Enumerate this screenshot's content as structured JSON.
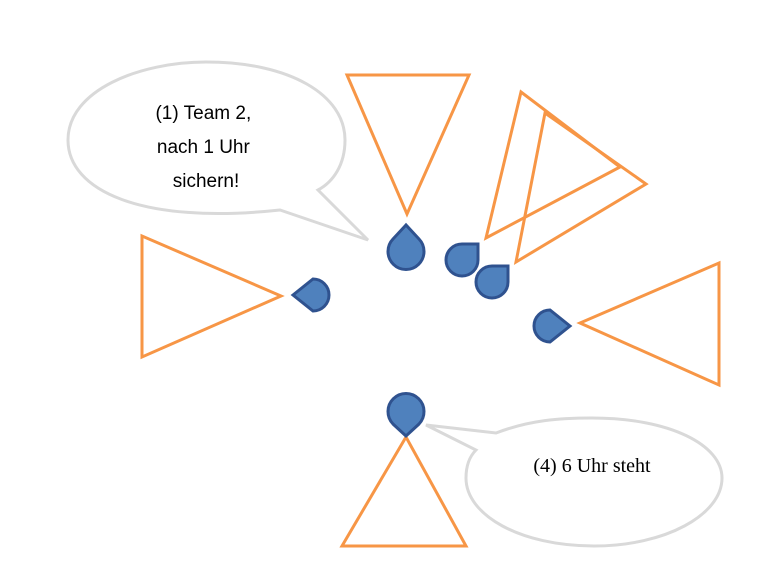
{
  "callouts": [
    {
      "lines": [
        "(1) Team 2,",
        "nach 1 Uhr",
        "sichern!"
      ]
    },
    {
      "lines": [
        "(4) 6 Uhr steht"
      ]
    }
  ],
  "colors": {
    "triangle_stroke": "#f79646",
    "marker_fill": "#4f81bd",
    "marker_stroke": "#2f528f",
    "callout_stroke": "#d9d9d9"
  },
  "icons": {
    "team_member": "teardrop-marker-icon",
    "field_of_view": "triangle-view-cone"
  }
}
